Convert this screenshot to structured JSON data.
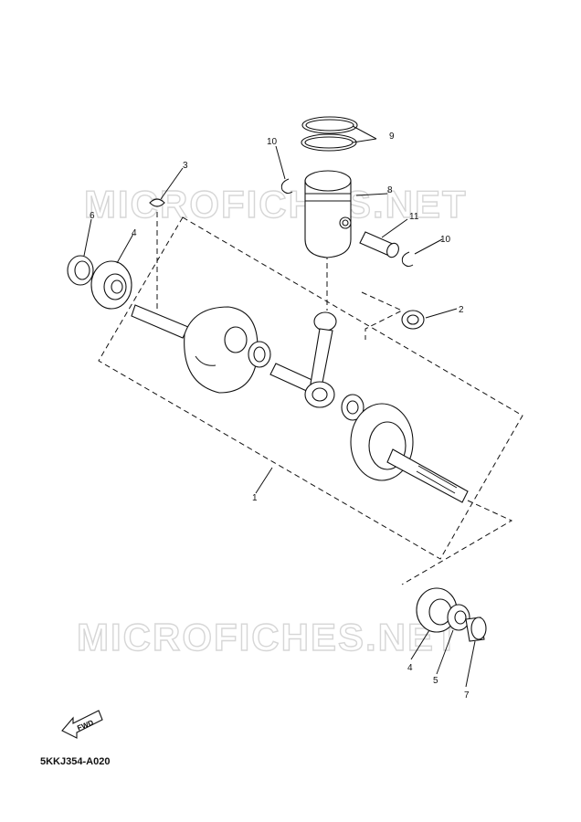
{
  "watermark": "MICROFICHES.NET",
  "diagram_code": "5KKJ354-A020",
  "fwd_label": "FWD",
  "callouts": {
    "c1": "1",
    "c2": "2",
    "c3": "3",
    "c4a": "4",
    "c4b": "4",
    "c5": "5",
    "c6": "6",
    "c7": "7",
    "c8": "8",
    "c9": "9",
    "c10a": "10",
    "c10b": "10",
    "c11": "11"
  }
}
